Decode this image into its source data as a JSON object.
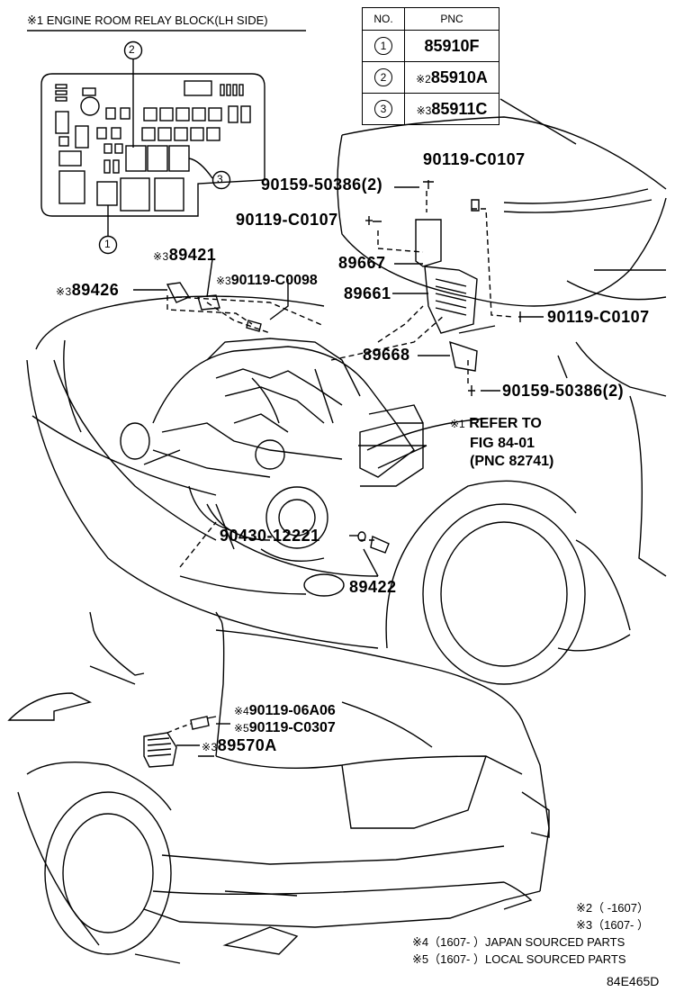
{
  "relay_block": {
    "title": "※1  ENGINE ROOM RELAY BLOCK(LH SIDE)",
    "callouts": [
      "2",
      "3",
      "1"
    ]
  },
  "pnc_table": {
    "headers": [
      "NO.",
      "PNC"
    ],
    "rows": [
      {
        "no": "1",
        "prefix": "",
        "pnc": "85910F"
      },
      {
        "no": "2",
        "prefix": "※2",
        "pnc": "85910A"
      },
      {
        "no": "3",
        "prefix": "※3",
        "pnc": "85911C"
      }
    ]
  },
  "parts": {
    "p_90119_C0107_top": "90119-C0107",
    "p_90159_50386_top": "90159-50386(2)",
    "p_90119_C0107_mid": "90119-C0107",
    "p_89421_mark": "※3",
    "p_89421": "89421",
    "p_89667": "89667",
    "p_89426_mark": "※3",
    "p_89426": "89426",
    "p_90119_C0098_mark": "※3",
    "p_90119_C0098": "90119-C0098",
    "p_89661": "89661",
    "p_90119_C0107_right": "90119-C0107",
    "p_89668": "89668",
    "p_90159_50386_bottom": "90159-50386(2)",
    "refer_mark": "※1",
    "refer_line1": "REFER TO",
    "refer_line2": "FIG 84-01",
    "refer_line3": "(PNC 82741)",
    "p_90430_12221": "90430-12221",
    "p_89422": "89422",
    "p_90119_06A06_mark": "※4",
    "p_90119_06A06": "90119-06A06",
    "p_90119_C0307_mark": "※5",
    "p_90119_C0307": "90119-C0307",
    "p_89570A_mark": "※3",
    "p_89570A": "89570A"
  },
  "notes": [
    "※2（      -1607）",
    "※3（1607-      ）",
    "※4（1607-      ）JAPAN SOURCED PARTS",
    "※5（1607-      ）LOCAL SOURCED PARTS"
  ],
  "figure_code": "84E465D"
}
